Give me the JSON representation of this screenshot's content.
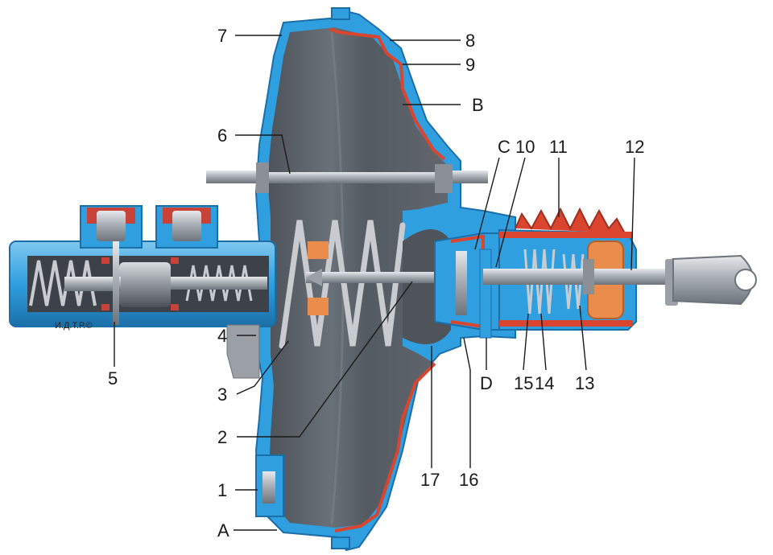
{
  "watermark": "И.Д.Т.Р.©",
  "colors": {
    "housing_blue": "#2f9fe0",
    "housing_blue_dark": "#1b6fa8",
    "diaphragm_red": "#d9452f",
    "chamber_gray": "#5b6068",
    "steel": "#b9bec4",
    "spring": "#c8ccd0",
    "cap_red": "#c8423a",
    "nut_orange": "#e98c4c"
  },
  "callouts": [
    {
      "id": "1",
      "text": "1"
    },
    {
      "id": "2",
      "text": "2"
    },
    {
      "id": "3",
      "text": "3"
    },
    {
      "id": "4",
      "text": "4"
    },
    {
      "id": "5",
      "text": "5"
    },
    {
      "id": "6",
      "text": "6"
    },
    {
      "id": "7",
      "text": "7"
    },
    {
      "id": "8",
      "text": "8"
    },
    {
      "id": "9",
      "text": "9"
    },
    {
      "id": "10",
      "text": "10"
    },
    {
      "id": "11",
      "text": "11"
    },
    {
      "id": "12",
      "text": "12"
    },
    {
      "id": "13",
      "text": "13"
    },
    {
      "id": "14",
      "text": "14"
    },
    {
      "id": "15",
      "text": "15"
    },
    {
      "id": "16",
      "text": "16"
    },
    {
      "id": "17",
      "text": "17"
    },
    {
      "id": "A",
      "text": "A"
    },
    {
      "id": "B",
      "text": "B"
    },
    {
      "id": "C",
      "text": "C"
    },
    {
      "id": "D",
      "text": "D"
    }
  ]
}
